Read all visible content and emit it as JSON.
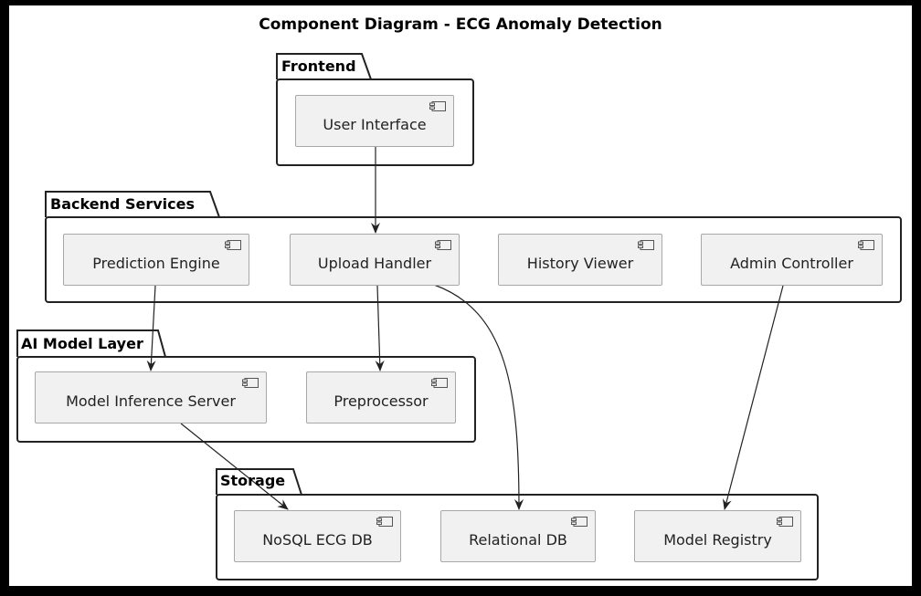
{
  "diagram": {
    "title": "Component Diagram - ECG Anomaly Detection",
    "packages": {
      "frontend": "Frontend",
      "backend": "Backend Services",
      "ai": "AI Model Layer",
      "storage": "Storage"
    },
    "components": {
      "user_interface": "User Interface",
      "prediction_engine": "Prediction Engine",
      "upload_handler": "Upload Handler",
      "history_viewer": "History Viewer",
      "admin_controller": "Admin Controller",
      "model_inference_server": "Model Inference Server",
      "preprocessor": "Preprocessor",
      "nosql_ecg_db": "NoSQL ECG DB",
      "relational_db": "Relational DB",
      "model_registry": "Model Registry"
    },
    "component_icon": "uml-component-icon",
    "connections": [
      {
        "from": "User Interface",
        "to": "Upload Handler"
      },
      {
        "from": "Prediction Engine",
        "to": "Model Inference Server"
      },
      {
        "from": "Upload Handler",
        "to": "Preprocessor"
      },
      {
        "from": "Upload Handler",
        "to": "Relational DB"
      },
      {
        "from": "Admin Controller",
        "to": "Model Registry"
      },
      {
        "from": "Model Inference Server",
        "to": "NoSQL ECG DB"
      }
    ]
  }
}
